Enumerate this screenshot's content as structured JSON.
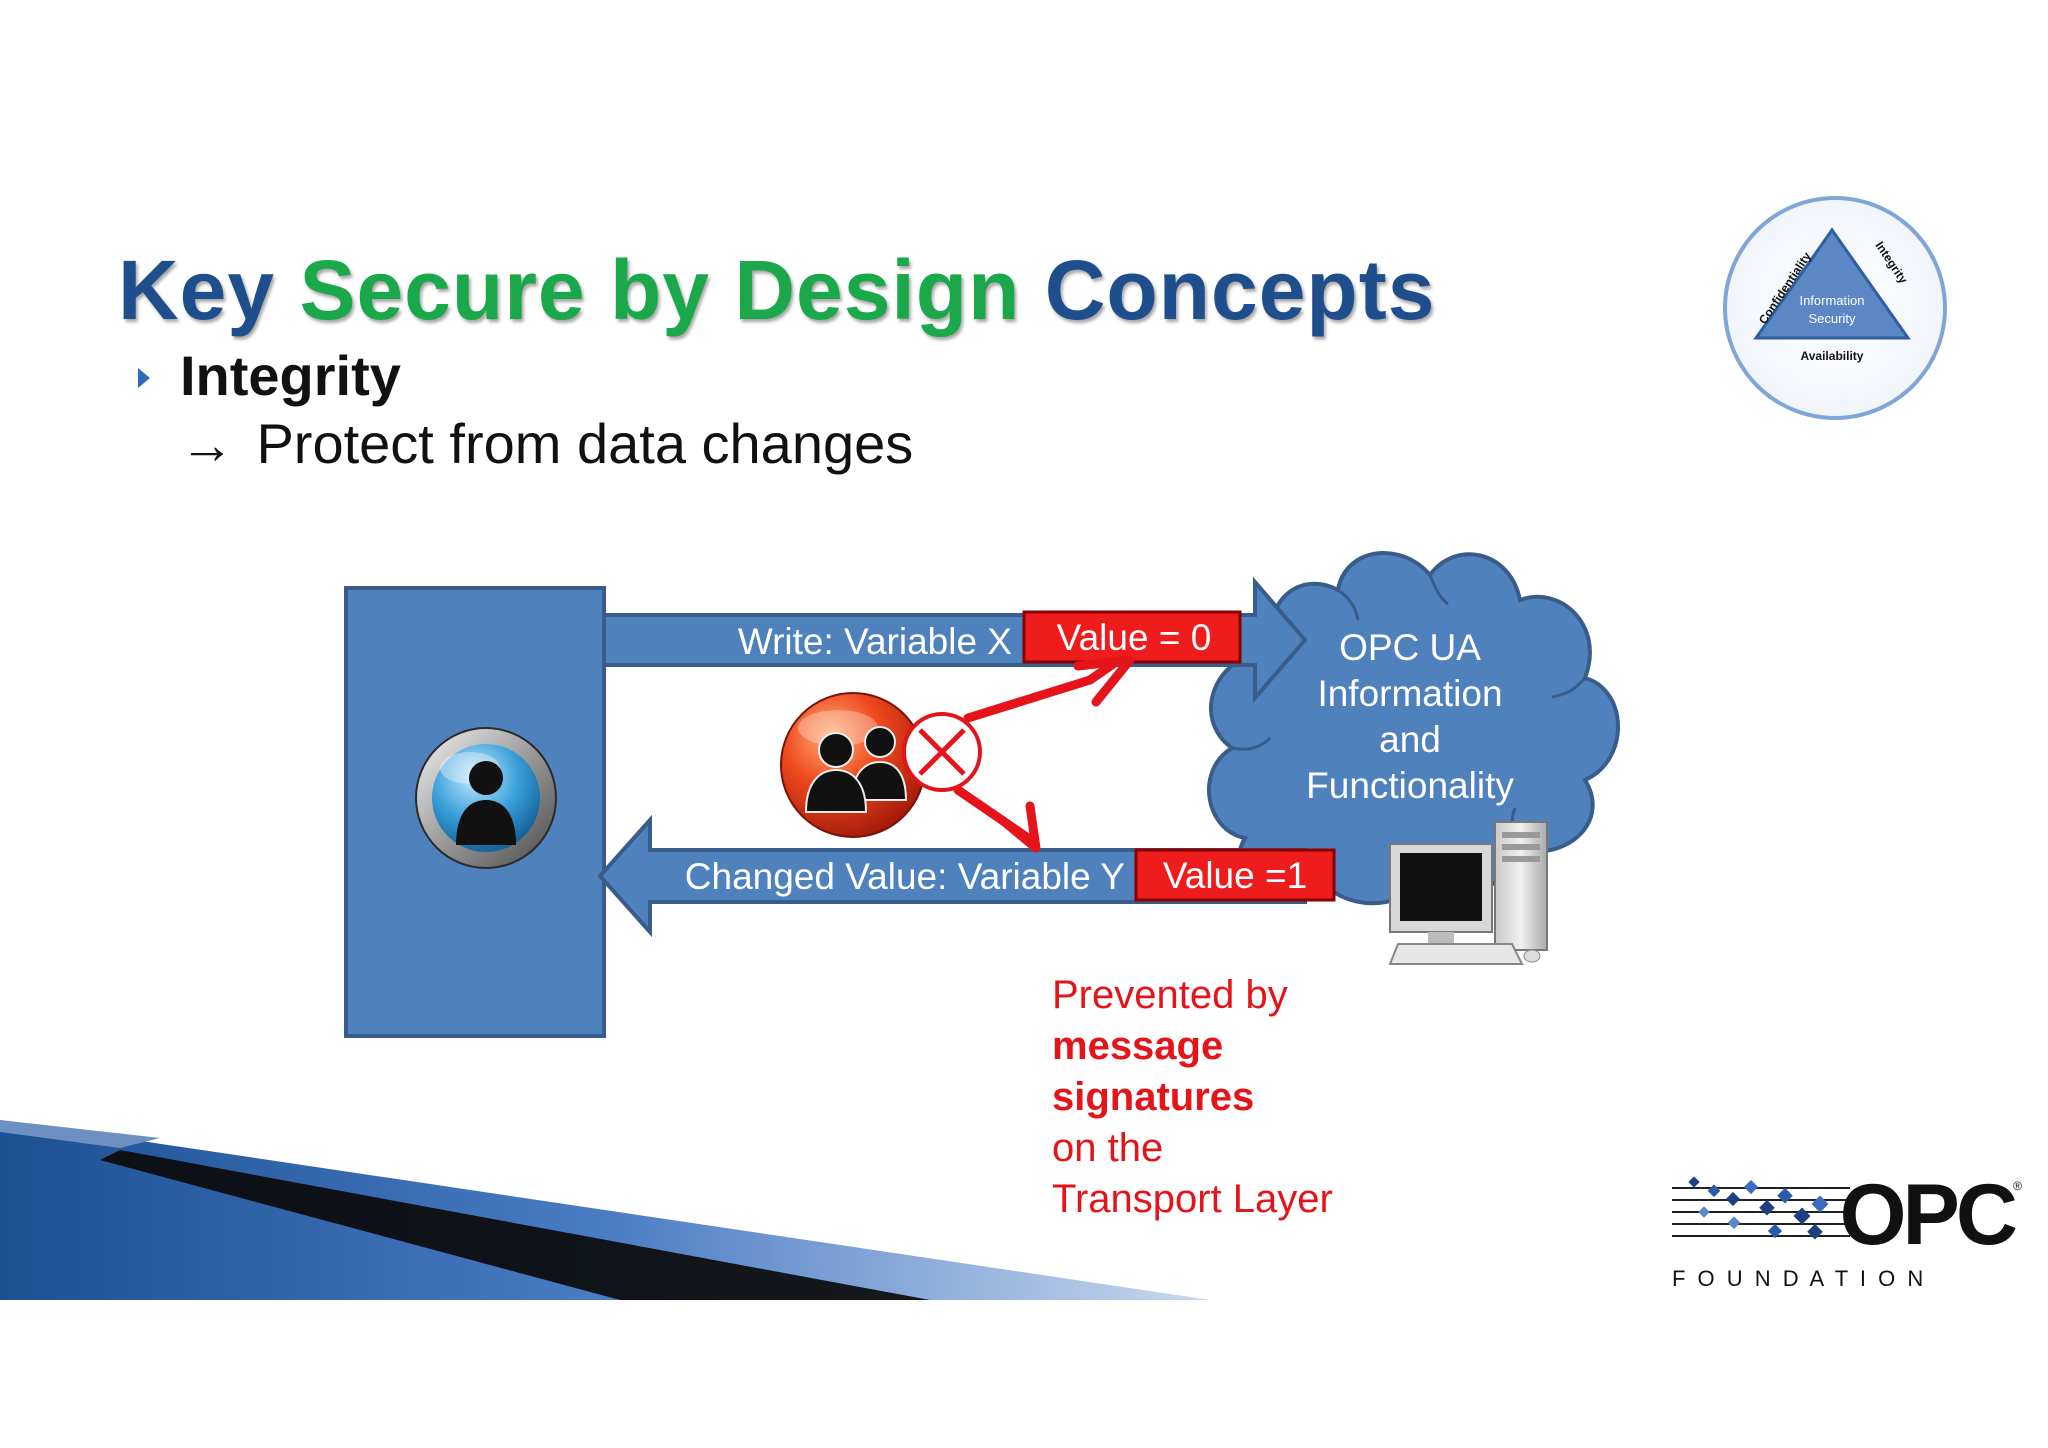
{
  "slide": {
    "title": {
      "part1": "Key ",
      "part2": "Secure by Design",
      "part3": " Concepts"
    },
    "bullet": {
      "label": "Integrity"
    },
    "subpoint": {
      "arrow": "→",
      "text": "Protect from data changes"
    },
    "diagram": {
      "write_arrow_label": "Write: Variable X",
      "write_value": "Value = 0",
      "changed_arrow_label": "Changed Value: Variable Y",
      "changed_value": "Value =1",
      "cloud_lines": [
        "OPC UA",
        "Information",
        "and",
        "Functionality"
      ]
    },
    "note": {
      "line1": "Prevented by",
      "line2": "message",
      "line3": "signatures",
      "line4": "on the",
      "line5": "Transport Layer"
    },
    "security_triad": {
      "left": "Confidentiality",
      "right": "Integrity",
      "center_line1": "Information",
      "center_line2": "Security",
      "bottom": "Availability"
    },
    "logo": {
      "name": "OPC",
      "tagline": "F O U N D A T I O N",
      "mark": "®"
    }
  },
  "colors": {
    "title_blue": "#1f4e8c",
    "title_green": "#1aa84b",
    "diagram_blue": "#4f81bd",
    "diagram_border": "#385d8a",
    "attack_red": "#e4141a",
    "value_box_red": "#ee1c1c"
  },
  "icons": [
    "user-icon",
    "attacker-group-icon",
    "blocked-x-icon",
    "computer-icon",
    "security-triad-icon",
    "opc-foundation-logo"
  ]
}
